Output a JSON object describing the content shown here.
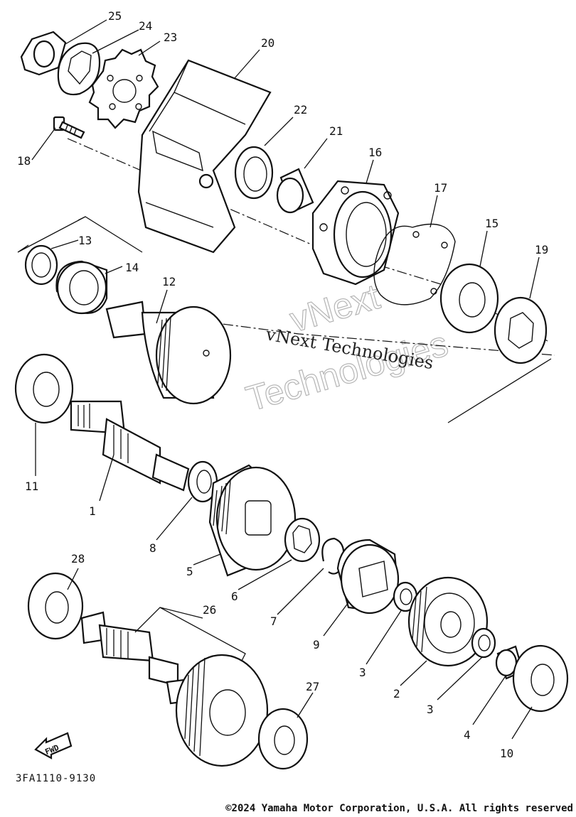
{
  "diagram": {
    "callouts": {
      "p1": "1",
      "p2": "2",
      "p3a": "3",
      "p3b": "3",
      "p4": "4",
      "p5": "5",
      "p6": "6",
      "p7": "7",
      "p8": "8",
      "p9": "9",
      "p10": "10",
      "p11": "11",
      "p12": "12",
      "p13": "13",
      "p14": "14",
      "p15": "15",
      "p16": "16",
      "p17": "17",
      "p18": "18",
      "p19": "19",
      "p20": "20",
      "p21": "21",
      "p22": "22",
      "p23": "23",
      "p24": "24",
      "p25": "25",
      "p26": "26",
      "p27": "27",
      "p28": "28"
    },
    "fwd_label": "FWD",
    "watermark_line": "vNext Technologies",
    "watermark_big_top": "vNext",
    "watermark_big_bottom": "Technologies"
  },
  "footer": {
    "diagram_code": "3FA1110-9130",
    "copyright": "©2024 Yamaha Motor Corporation, U.S.A. All rights reserved"
  }
}
